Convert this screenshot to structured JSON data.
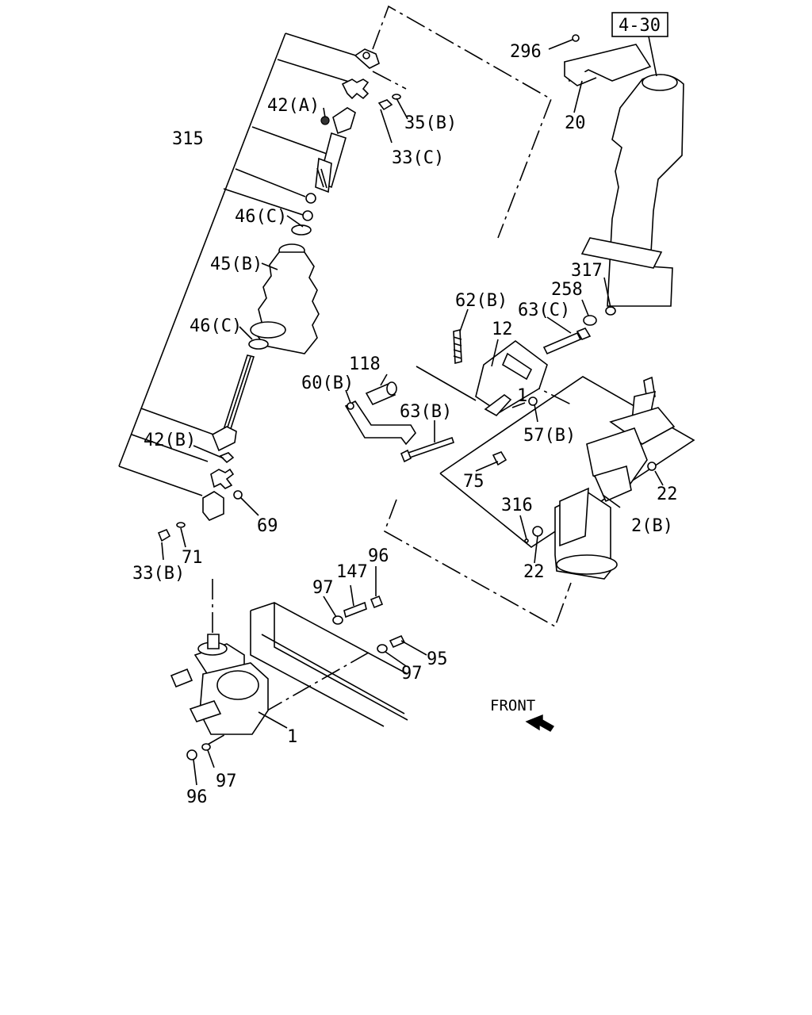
{
  "ref_box": "4-30",
  "labels": {
    "p296": "296",
    "p20": "20",
    "p315": "315",
    "p42A": "42(A)",
    "p35B": "35(B)",
    "p33C": "33(C)",
    "p46C_top": "46(C)",
    "p45B": "45(B)",
    "p46C_bot": "46(C)",
    "p42B": "42(B)",
    "p69": "69",
    "p33B": "33(B)",
    "p71": "71",
    "p317": "317",
    "p258": "258",
    "p62B": "62(B)",
    "p63C": "63(C)",
    "p12": "12",
    "p118": "118",
    "p60B": "60(B)",
    "p63B": "63(B)",
    "p1_small": "1",
    "p57B": "57(B)",
    "p75": "75",
    "p22_right": "22",
    "p316": "316",
    "p2B": "2(B)",
    "p22_bot": "22",
    "p96_top": "96",
    "p147": "147",
    "p97_a": "97",
    "p95": "95",
    "p97_b": "97",
    "p1": "1",
    "p97_c": "97",
    "p96_c": "96",
    "front": "FRONT"
  }
}
